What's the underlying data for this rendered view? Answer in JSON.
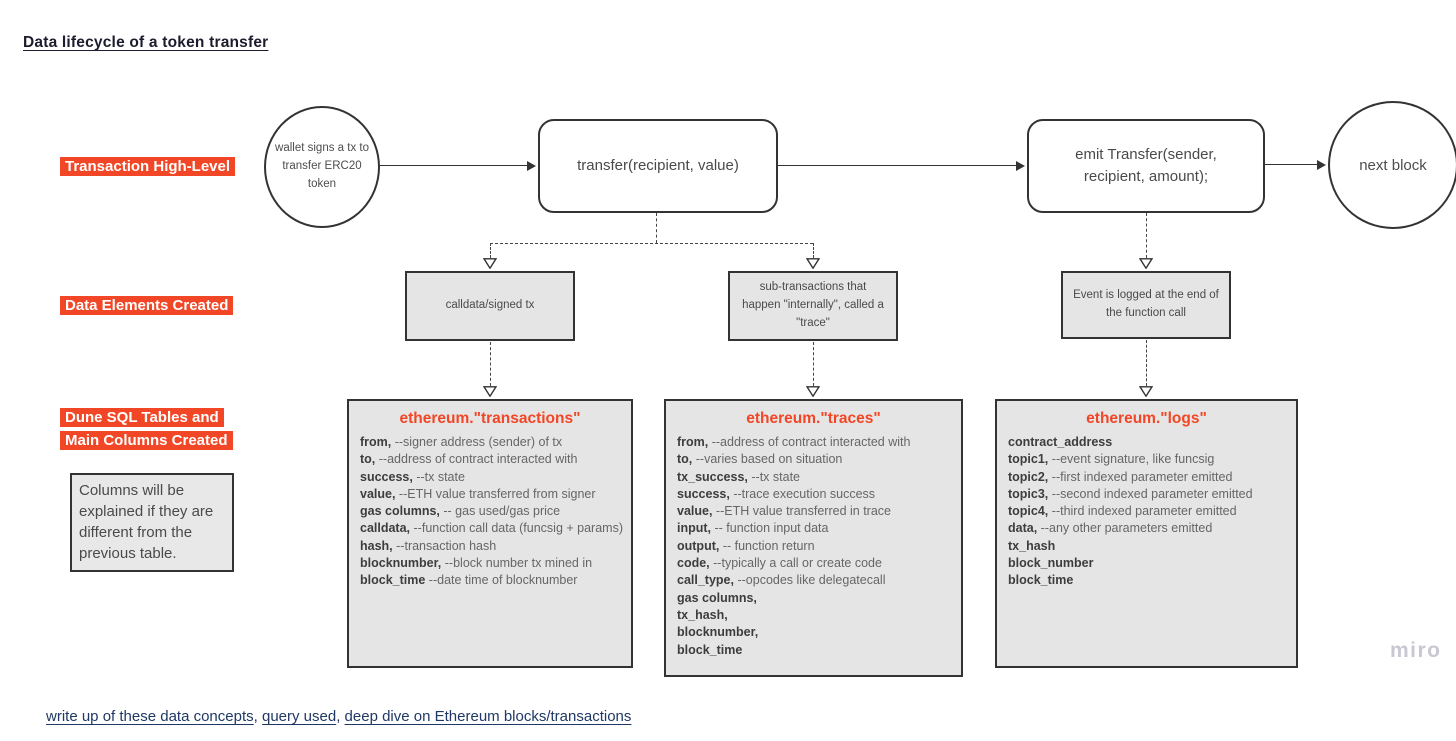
{
  "title": "Data lifecycle of a token transfer",
  "accent_color": "#f24726",
  "row_labels": {
    "high_level": "Transaction High-Level",
    "data_elements": "Data Elements Created",
    "dune_tables": "Dune SQL Tables and Main Columns Created"
  },
  "note_box": "Columns will be explained if they are different from the previous table.",
  "flow": {
    "start_circle": "wallet signs a tx to transfer ERC20 token",
    "transfer_box": "transfer(recipient, value)",
    "emit_box": "emit Transfer(sender, recipient, amount);",
    "end_circle": "next block"
  },
  "data_elements": {
    "calldata": "calldata/signed tx",
    "trace": "sub-transactions that happen \"internally\", called a \"trace\"",
    "event": "Event is logged at the end of the function call"
  },
  "tables": {
    "transactions": {
      "title": "ethereum.\"transactions\"",
      "rows": [
        {
          "name": "from,",
          "desc": "--signer address (sender) of tx"
        },
        {
          "name": "to,",
          "desc": "--address of contract interacted with"
        },
        {
          "name": "success,",
          "desc": "--tx state"
        },
        {
          "name": "value,",
          "desc": "--ETH value transferred from signer"
        },
        {
          "name": "gas columns,",
          "desc": "-- gas used/gas price"
        },
        {
          "name": "calldata,",
          "desc": "--function call data (funcsig + params)"
        },
        {
          "name": "hash,",
          "desc": "--transaction hash"
        },
        {
          "name": "blocknumber,",
          "desc": "--block number tx mined in"
        },
        {
          "name": "block_time",
          "desc": "--date time of blocknumber"
        }
      ]
    },
    "traces": {
      "title": "ethereum.\"traces\"",
      "rows": [
        {
          "name": "from,",
          "desc": "--address of contract interacted with"
        },
        {
          "name": "to,",
          "desc": "--varies based on situation"
        },
        {
          "name": "tx_success,",
          "desc": "--tx state"
        },
        {
          "name": "success,",
          "desc": "--trace execution success"
        },
        {
          "name": "value,",
          "desc": "--ETH value transferred in trace"
        },
        {
          "name": "input,",
          "desc": "-- function input data"
        },
        {
          "name": "output,",
          "desc": "-- function return"
        },
        {
          "name": "code,",
          "desc": "--typically a call or create code"
        },
        {
          "name": "call_type,",
          "desc": "--opcodes like delegatecall"
        },
        {
          "name": "gas columns,",
          "desc": ""
        },
        {
          "name": "tx_hash,",
          "desc": ""
        },
        {
          "name": "blocknumber,",
          "desc": ""
        },
        {
          "name": "block_time",
          "desc": ""
        }
      ]
    },
    "logs": {
      "title": "ethereum.\"logs\"",
      "rows": [
        {
          "name": "contract_address",
          "desc": ""
        },
        {
          "name": "topic1,",
          "desc": "--event signature, like funcsig"
        },
        {
          "name": "topic2,",
          "desc": "--first indexed parameter emitted"
        },
        {
          "name": "topic3,",
          "desc": "--second indexed parameter emitted"
        },
        {
          "name": "topic4,",
          "desc": "--third indexed parameter emitted"
        },
        {
          "name": "data,",
          "desc": "--any other parameters emitted"
        },
        {
          "name": "tx_hash",
          "desc": ""
        },
        {
          "name": "block_number",
          "desc": ""
        },
        {
          "name": "block_time",
          "desc": ""
        }
      ]
    }
  },
  "links": [
    "write up of these data concepts",
    "query used",
    "deep dive on Ethereum blocks/transactions"
  ],
  "links_separator": ", ",
  "watermark": "miro"
}
